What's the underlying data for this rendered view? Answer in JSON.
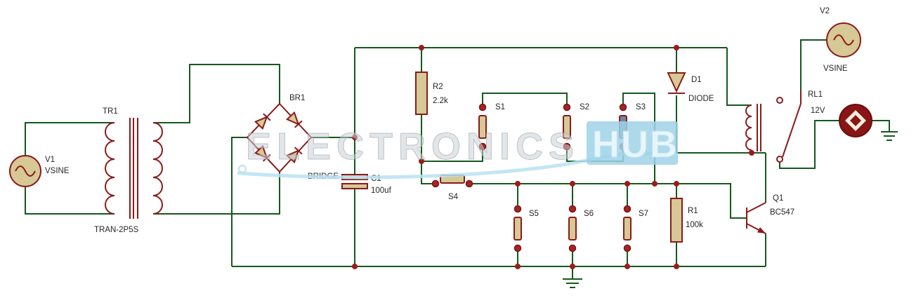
{
  "diagram": {
    "type": "circuit-schematic",
    "watermark": {
      "text_main": "ELECTRONICS",
      "text_accent": "HUB"
    }
  },
  "components": {
    "v1": {
      "ref": "V1",
      "value": "VSINE",
      "type": "ac-voltage-source"
    },
    "tr1": {
      "ref": "TR1",
      "value": "TRAN-2P5S",
      "type": "transformer"
    },
    "br1": {
      "ref": "BR1",
      "value": "BRIDGE",
      "type": "bridge-rectifier"
    },
    "c1": {
      "ref": "C1",
      "value": "100uf",
      "type": "capacitor"
    },
    "r2": {
      "ref": "R2",
      "value": "2.2k",
      "type": "resistor"
    },
    "r1": {
      "ref": "R1",
      "value": "100k",
      "type": "resistor"
    },
    "s1": {
      "ref": "S1",
      "type": "switch"
    },
    "s2": {
      "ref": "S2",
      "type": "switch"
    },
    "s3": {
      "ref": "S3",
      "type": "switch"
    },
    "s4": {
      "ref": "S4",
      "type": "switch"
    },
    "s5": {
      "ref": "S5",
      "type": "switch"
    },
    "s6": {
      "ref": "S6",
      "type": "switch"
    },
    "s7": {
      "ref": "S7",
      "type": "switch"
    },
    "d1": {
      "ref": "D1",
      "value": "DIODE",
      "type": "diode"
    },
    "q1": {
      "ref": "Q1",
      "value": "BC547",
      "type": "npn-transistor"
    },
    "rl1": {
      "ref": "RL1",
      "value": "12V",
      "type": "relay"
    },
    "v2": {
      "ref": "V2",
      "value": "VSINE",
      "type": "ac-voltage-source"
    },
    "m1": {
      "type": "motor-load"
    }
  },
  "colors": {
    "wire": "#14591d",
    "component_stroke": "#8b1a1a",
    "component_fill": "#d6c995",
    "junction": "#9b1c1c",
    "label": "#262626",
    "watermark_gray": "#ccd2d6",
    "watermark_blue": "#9fd2e8",
    "background": "#ffffff"
  }
}
